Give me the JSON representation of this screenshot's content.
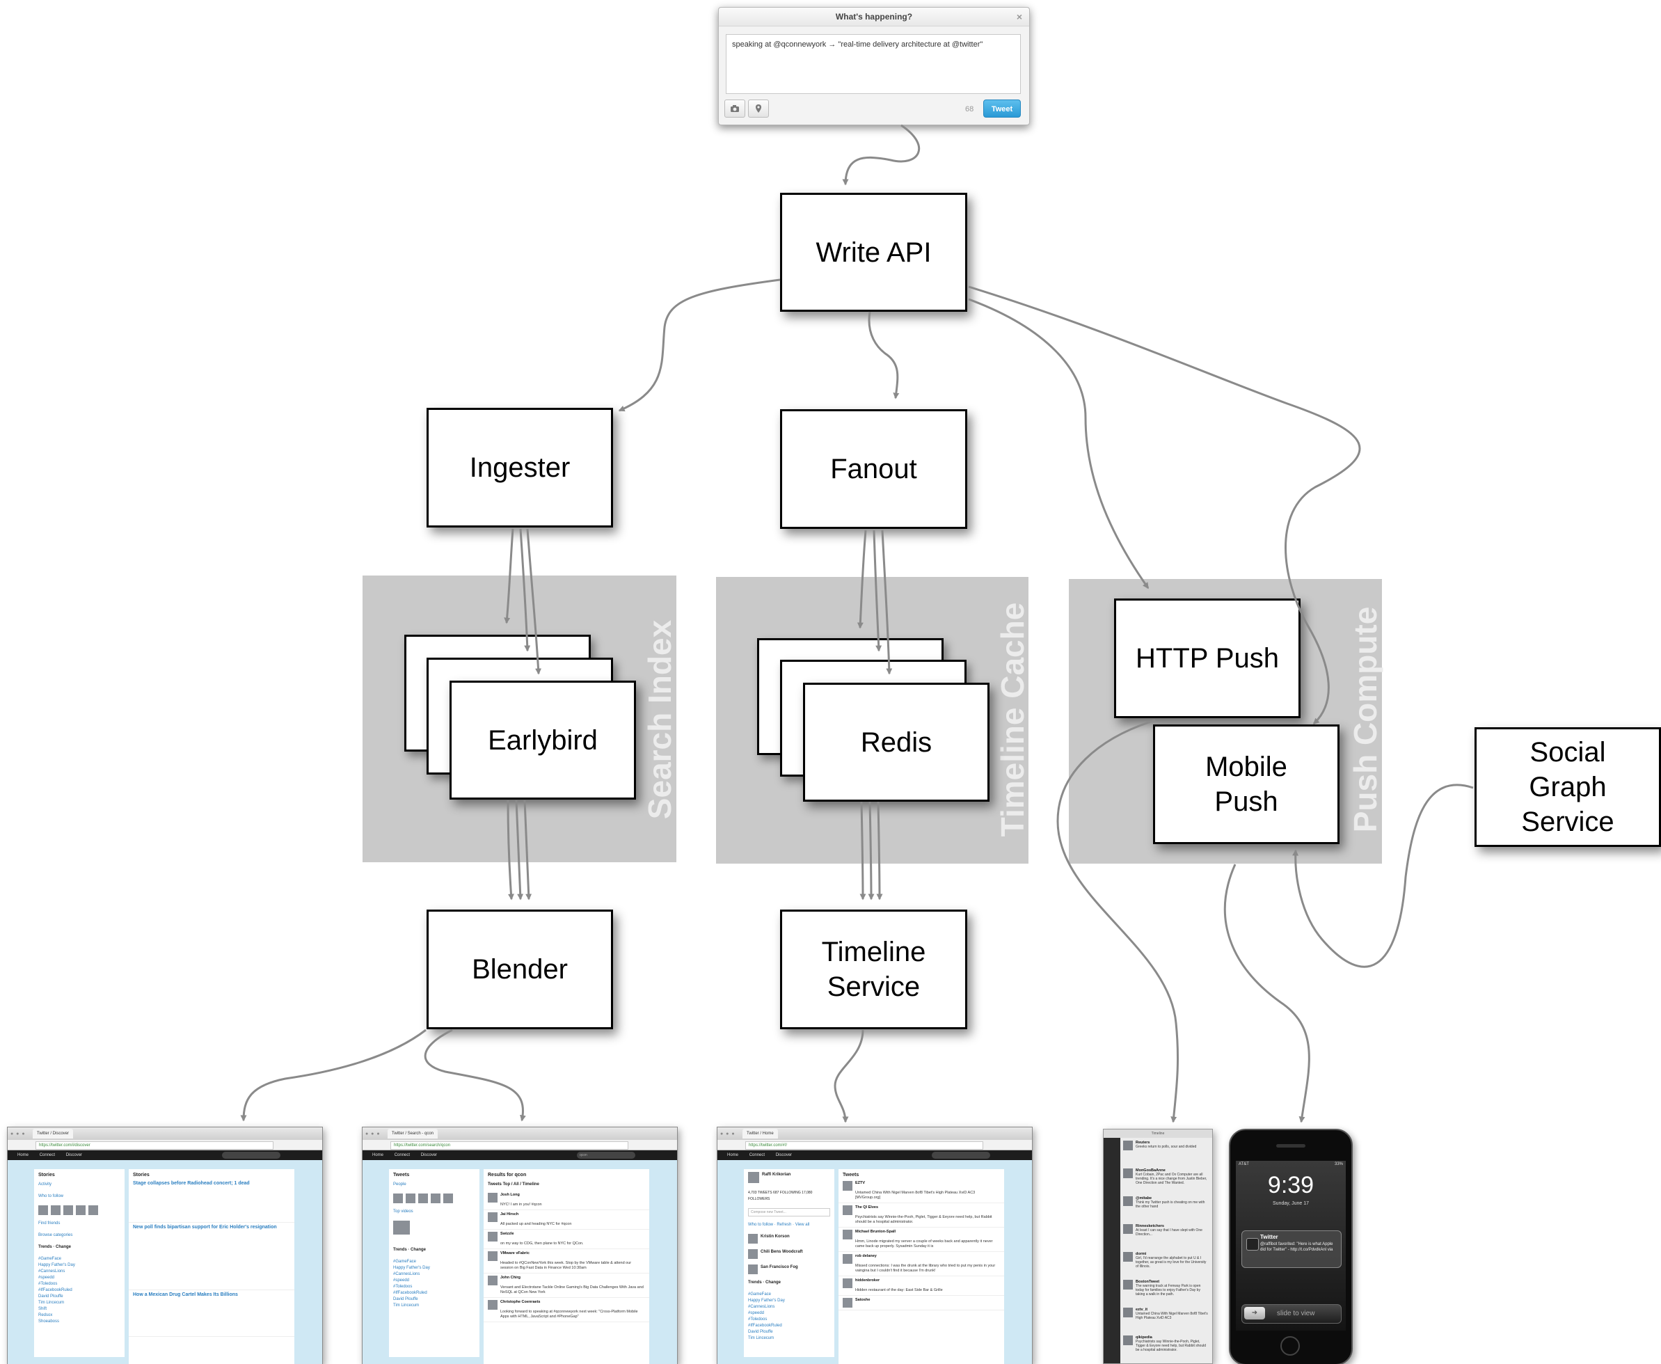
{
  "composer": {
    "title": "What's happening?",
    "close_glyph": "×",
    "text": "speaking at @qconnewyork → \"real-time delivery architecture at @twitter\"",
    "char_count": "68",
    "tweet_label": "Tweet",
    "camera_icon": "camera-icon",
    "location_icon": "location-pin-icon"
  },
  "nodes": {
    "write_api": "Write API",
    "ingester": "Ingester",
    "fanout": "Fanout",
    "earlybird": "Earlybird",
    "redis": "Redis",
    "blender": "Blender",
    "timeline_service": "Timeline\nService",
    "http_push": "HTTP Push",
    "mobile_push": "Mobile\nPush",
    "social_graph": "Social\nGraph\nService"
  },
  "groups": {
    "search_index": "Search Index",
    "timeline_cache": "Timeline Cache",
    "push_compute": "Push Compute"
  },
  "clients": {
    "discover": {
      "tab": "Twitter / Discover",
      "url": "https://twitter.com/i/discover",
      "nav": [
        "Home",
        "Connect",
        "Discover"
      ],
      "left_title": "Stories",
      "left_links": [
        "Activity",
        "Who to follow",
        "Find friends",
        "Browse categories"
      ],
      "trends_title": "Trends · Change",
      "trends": [
        "#GameFace",
        "Happy Father's Day",
        "#CannesLions",
        "#speedd",
        "#Toledoos",
        "#IfFacebookRuled",
        "David Plouffe",
        "Tim Lincecum",
        "Shift",
        "Redsox",
        "Shoeaboss"
      ],
      "main_title": "Stories",
      "headlines": [
        "Stage collapses before Radiohead concert; 1 dead",
        "New poll finds bipartisan support for Eric Holder's resignation",
        "How a Mexican Drug Cartel Makes Its Billions"
      ]
    },
    "search": {
      "tab": "Twitter / Search - qcon",
      "url": "https://twitter.com/search/qcon",
      "search_value": "qcon",
      "results_title": "Results for qcon",
      "filters": "Tweets  Top / All / Timeline",
      "left_title": "Tweets",
      "left_links": [
        "People",
        "Top videos"
      ],
      "tweets": [
        {
          "name": "Josh Long",
          "text": "NYC! I am in you! #qcon"
        },
        {
          "name": "Jai Hirsch",
          "text": "All packed up and heading NYC for #qcon"
        },
        {
          "name": "Swizzle",
          "text": "on my way to CDG, then plane to NYC for QCon."
        },
        {
          "name": "VMware vFabric",
          "text": "Headed to #QConNewYork this week. Stop by the VMware table & attend our session on Big Fast Data in Finance Wed 10:30am"
        },
        {
          "name": "John Chirg",
          "text": "Versant and Electrotane Tackle Online Gaming's Big Data Challenges With Java and NoSQL at QCon New York"
        },
        {
          "name": "Christophe Coenraets",
          "text": "Looking forward to speaking at #qconnewyork next week: \"Cross-Platform Mobile Apps with HTML, JavaScript and #PhoneGap\""
        }
      ]
    },
    "home": {
      "tab": "Twitter / Home",
      "url": "https://twitter.com/#!/",
      "profile_name": "Raffi Krikorian",
      "stats": [
        "4,703 TWEETS",
        "687 FOLLOWING",
        "17,080 FOLLOWERS"
      ],
      "compose_placeholder": "Compose new Tweet...",
      "who_to_follow": "Who to follow · Refresh · View all",
      "follow_suggestions": [
        "Kristin Korson",
        "Chili Bens Woodcraft",
        "San Francisco Fog"
      ],
      "main_title": "Tweets",
      "tweets": [
        {
          "name": "EZTV",
          "text": "Untamed China With Nigel Marven 8of8 Tibet's High Plateau XviD AC3 [MVGroup.org]"
        },
        {
          "name": "The Ql Elves",
          "text": "Psychiatrists say Winnie-the-Pooh, Piglet, Tigger & Eeyore need help, but Rabbit should be a hospital administrator."
        },
        {
          "name": "Michael Brunton-Spall",
          "text": "Hmm, Linode migrated my server a couple of weeks back and apparently it never came back up properly. Sysadmin Sunday it is"
        },
        {
          "name": "rob delaney",
          "text": "Missed connections: I was the drunk at the library who tried to put my penis in your vaingina but I couldn't find it because I'm drunk!"
        },
        {
          "name": "hiddenbroker",
          "text": "Hidden restaurant of the day: East Side Bar & Grille"
        },
        {
          "name": "Satoshe",
          "text": ""
        }
      ]
    },
    "tweetdeck": {
      "title": "Timeline",
      "items": [
        {
          "name": "Reuters",
          "text": "Greeks return to polls, sour and divided"
        },
        {
          "name": "MonGosBaAnne",
          "text": "Kurt Cobain, 2Pac and Ox Computer are all trending. It's a nice change from Justin Bieber, One Direction and The Wanted."
        },
        {
          "name": "@mitabe",
          "text": "Think my Twitter push is cheating on me with the other hand"
        },
        {
          "name": "Rinnesketchers",
          "text": "At least I can say that I have slept with One Direction..."
        },
        {
          "name": "dormi",
          "text": "Girl, I'd rearrange the alphabet to put U & I together, as great is my love for the University of Illinois."
        },
        {
          "name": "BostonTweet",
          "text": "The warning track at Fenway Park is open today for families to enjoy Father's Day by taking a walk in the path."
        },
        {
          "name": "eztv_it",
          "text": "Untamed China With Nigel Marven 8of8 Tibet's High Plateau XviD AC3"
        },
        {
          "name": "qikipedia",
          "text": "Psychiatrists say Winnie-the-Pooh, Piglet, Tigger & Eeyore need help, but Rabbit should be a hospital administrator."
        }
      ]
    },
    "phone": {
      "carrier": "AT&T",
      "battery": "33%",
      "time": "9:39",
      "date": "Sunday, June 17",
      "notif_app": "Twitter",
      "notif_msg": "@raffibot favorited: \"Here is what Apple did for Twitter\" - http://t.co/PdvdkAnl via",
      "slide_label": "slide to view"
    }
  },
  "colors": {
    "group_bg": "#c9c9c9",
    "group_label": "#ececec",
    "wire": "#8a8a8a",
    "tweet_button": "#2a9ad6"
  }
}
